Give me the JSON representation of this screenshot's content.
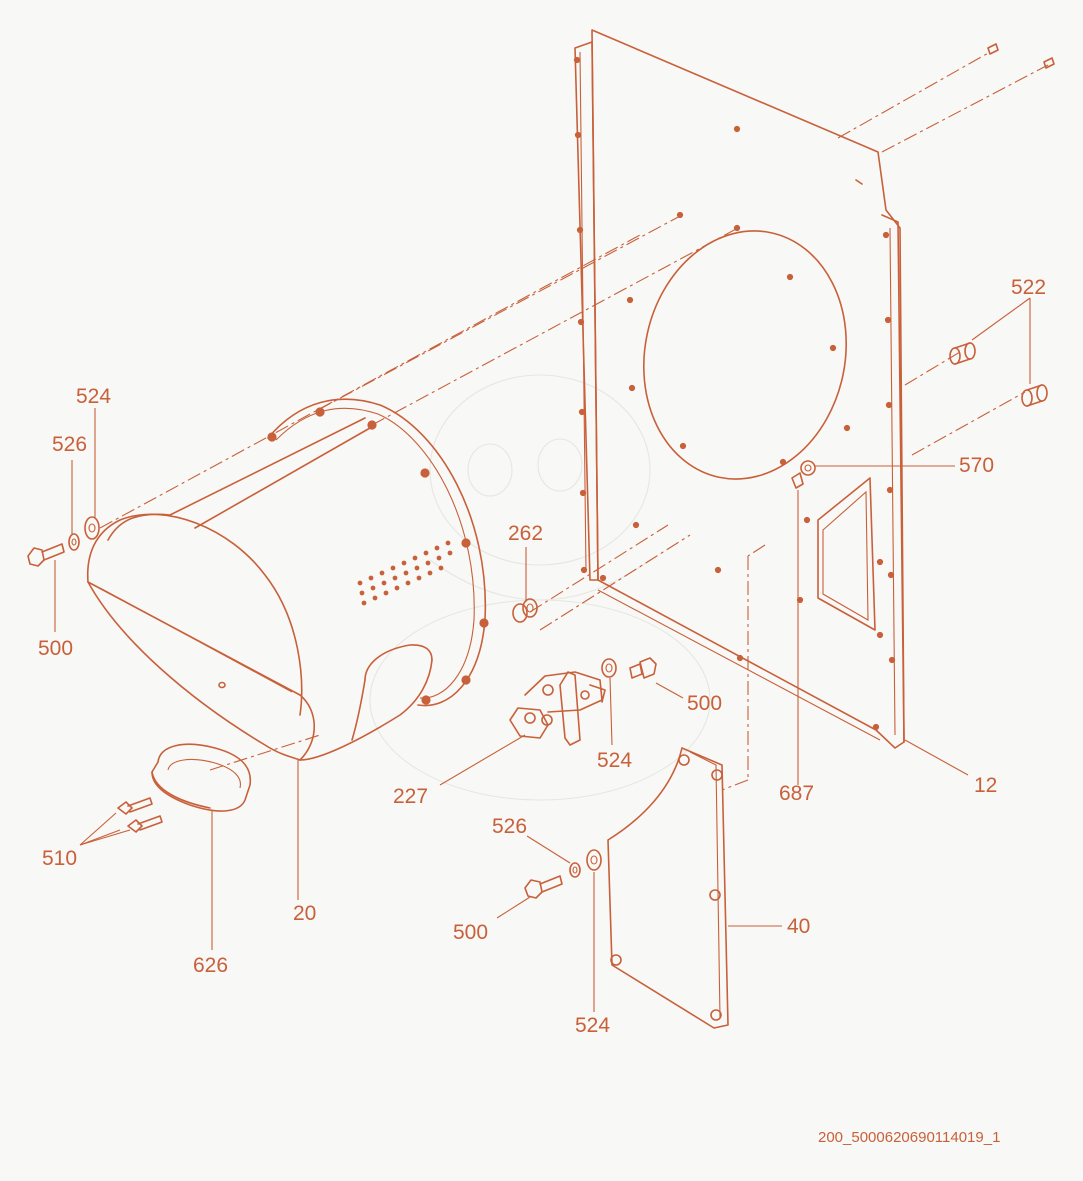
{
  "colors": {
    "line": "#c8603a",
    "background": "#f8f8f6",
    "watermark": "#e6e6e2"
  },
  "callouts": [
    {
      "id": "524_left",
      "text": "524"
    },
    {
      "id": "526_left",
      "text": "526"
    },
    {
      "id": "500_left",
      "text": "500"
    },
    {
      "id": "262",
      "text": "262"
    },
    {
      "id": "522",
      "text": "522"
    },
    {
      "id": "570",
      "text": "570"
    },
    {
      "id": "500_mid",
      "text": "500"
    },
    {
      "id": "524_mid",
      "text": "524"
    },
    {
      "id": "227",
      "text": "227"
    },
    {
      "id": "687",
      "text": "687"
    },
    {
      "id": "12",
      "text": "12"
    },
    {
      "id": "510",
      "text": "510"
    },
    {
      "id": "20",
      "text": "20"
    },
    {
      "id": "626",
      "text": "626"
    },
    {
      "id": "526_low",
      "text": "526"
    },
    {
      "id": "500_low",
      "text": "500"
    },
    {
      "id": "40",
      "text": "40"
    },
    {
      "id": "524_low",
      "text": "524"
    }
  ],
  "document_id": "200_5000620690114019_1"
}
